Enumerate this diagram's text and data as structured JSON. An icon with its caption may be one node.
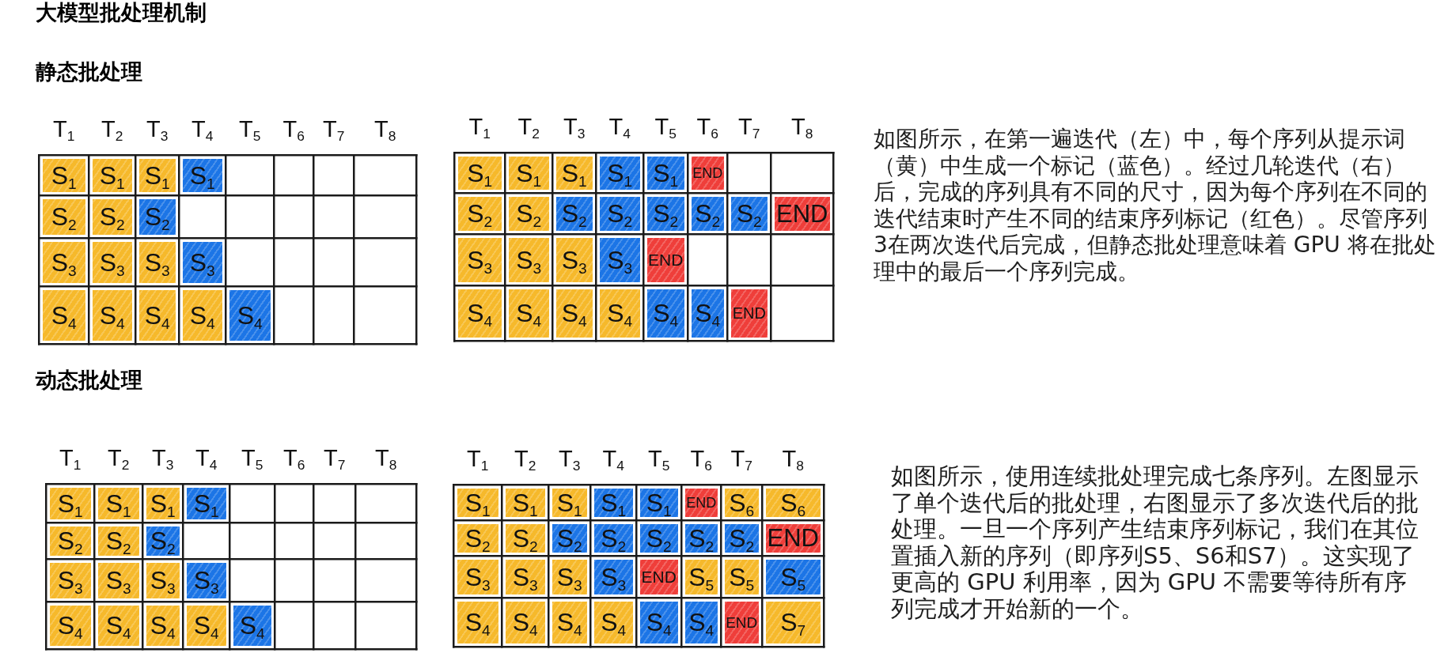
{
  "diagram": {
    "title": "大模型批处理机制",
    "nodes": [
      {
        "text": [],
        "shape": "grid",
        "beside": [
          "T$_{1}$",
          "T$_{2}$",
          "T$_{3}$",
          "T$_{4}$",
          "T$_{5}$",
          "T$_{6}$",
          "T$_{7}$",
          "T$_{8}$"
        ]
      },
      {
        "text": [
          "S$_{1}$"
        ],
        "in": 0
      },
      {
        "text": [
          "S$_{1}$"
        ],
        "in": 0
      },
      {
        "text": [
          "S$_{1}$"
        ],
        "in": 0
      },
      {
        "text": [
          "S$_{1}$"
        ],
        "in": 0
      },
      {
        "text": [
          "S$_{2}$"
        ],
        "in": 0
      },
      {
        "text": [
          "S$_{2}$"
        ],
        "in": 0
      },
      {
        "text": [
          "S$_{2}$"
        ],
        "in": 0
      },
      {
        "text": [
          "S$_{3}$"
        ],
        "in": 0
      },
      {
        "text": [
          "S$_{3}$"
        ],
        "in": 0
      },
      {
        "text": [
          "S$_{3}$"
        ],
        "in": 0
      },
      {
        "text": [
          "S$_{3}$"
        ],
        "in": 0
      },
      {
        "text": [
          "S$_{4}$"
        ],
        "in": 0
      },
      {
        "text": [
          "S$_{4}$"
        ],
        "in": 0
      },
      {
        "text": [
          "S$_{4}$"
        ],
        "in": 0
      },
      {
        "text": [
          "S$_{4}$"
        ],
        "in": 0
      },
      {
        "text": [
          "S$_{4}$"
        ],
        "in": 0
      },
      {
        "text": [],
        "shape": "grid",
        "beside": [
          "T$_{1}$",
          "T$_{2}$",
          "T$_{3}$",
          "T$_{4}$",
          "T$_{5}$",
          "T$_{6}$",
          "T$_{7}$",
          "T$_{8}$"
        ]
      },
      {
        "text": [
          "S$_{1}$"
        ],
        "in": 17
      },
      {
        "text": [
          "S$_{1}$"
        ],
        "in": 17
      },
      {
        "text": [
          "S$_{1}$"
        ],
        "in": 17
      },
      {
        "text": [
          "S$_{1}$"
        ],
        "in": 17
      },
      {
        "text": [
          "S$_{1}$"
        ],
        "in": 17
      },
      {
        "text": [
          "END"
        ],
        "in": 17
      },
      {
        "text": [
          "S$_{2}$"
        ],
        "in": 17
      },
      {
        "text": [
          "S$_{2}$"
        ],
        "in": 17
      },
      {
        "text": [
          "S$_{2}$"
        ],
        "in": 17
      },
      {
        "text": [
          "S$_{2}$"
        ],
        "in": 17
      },
      {
        "text": [
          "S$_{2}$"
        ],
        "in": 17
      },
      {
        "text": [
          "S$_{2}$"
        ],
        "in": 17
      },
      {
        "text": [
          "S$_{2}$"
        ],
        "in": 17
      },
      {
        "text": [
          "END"
        ],
        "in": 17
      },
      {
        "text": [
          "S$_{3}$"
        ],
        "in": 17
      },
      {
        "text": [
          "S$_{3}$"
        ],
        "in": 17
      },
      {
        "text": [
          "S$_{3}$"
        ],
        "in": 17
      },
      {
        "text": [
          "S$_{3}$"
        ],
        "in": 17
      },
      {
        "text": [
          "END"
        ],
        "in": 17
      },
      {
        "text": [
          "S$_{4}$"
        ],
        "in": 17
      },
      {
        "text": [
          "S$_{4}$"
        ],
        "in": 17
      },
      {
        "text": [
          "S$_{4}$"
        ],
        "in": 17
      },
      {
        "text": [
          "S$_{4}$"
        ],
        "in": 17
      },
      {
        "text": [
          "S$_{4}$"
        ],
        "in": 17
      },
      {
        "text": [
          "S$_{4}$"
        ],
        "in": 17
      },
      {
        "text": [
          "END"
        ],
        "in": 17
      },
      {
        "text": [],
        "shape": "grid",
        "beside": [
          "T$_{1}$",
          "T$_{2}$",
          "T$_{3}$",
          "T$_{4}$",
          "T$_{5}$",
          "T$_{6}$",
          "T$_{7}$",
          "T$_{8}$"
        ]
      },
      {
        "text": [
          "S$_{1}$"
        ],
        "in": 44
      },
      {
        "text": [
          "S$_{1}$"
        ],
        "in": 44
      },
      {
        "text": [
          "S$_{1}$"
        ],
        "in": 44
      },
      {
        "text": [
          "S$_{1}$"
        ],
        "in": 44
      },
      {
        "text": [
          "S$_{2}$"
        ],
        "in": 44
      },
      {
        "text": [
          "S$_{2}$"
        ],
        "in": 44
      },
      {
        "text": [
          "S$_{2}$"
        ],
        "in": 44
      },
      {
        "text": [
          "S$_{3}$"
        ],
        "in": 44
      },
      {
        "text": [
          "S$_{3}$"
        ],
        "in": 44
      },
      {
        "text": [
          "S$_{3}$"
        ],
        "in": 44
      },
      {
        "text": [
          "S$_{3}$"
        ],
        "in": 44
      },
      {
        "text": [
          "S$_{4}$"
        ],
        "in": 44
      },
      {
        "text": [
          "S$_{4}$"
        ],
        "in": 44
      },
      {
        "text": [
          "S$_{4}$"
        ],
        "in": 44
      },
      {
        "text": [
          "S$_{4}$"
        ],
        "in": 44
      },
      {
        "text": [
          "S$_{4}$"
        ],
        "in": 44
      },
      {
        "text": [],
        "shape": "grid",
        "beside": [
          "T$_{1}$",
          "T$_{2}$",
          "T$_{3}$",
          "T$_{4}$",
          "T$_{5}$",
          "T$_{6}$",
          "T$_{7}$",
          "T$_{8}$"
        ]
      },
      {
        "text": [
          "S$_{1}$"
        ],
        "in": 61
      },
      {
        "text": [
          "S$_{1}$"
        ],
        "in": 61
      },
      {
        "text": [
          "S$_{1}$"
        ],
        "in": 61
      },
      {
        "text": [
          "S$_{1}$"
        ],
        "in": 61
      },
      {
        "text": [
          "S$_{1}$"
        ],
        "in": 61
      },
      {
        "text": [
          "END"
        ],
        "in": 61
      },
      {
        "text": [
          "S$_{6}$"
        ],
        "in": 61
      },
      {
        "text": [
          "S$_{6}$"
        ],
        "in": 61
      },
      {
        "text": [
          "S$_{2}$"
        ],
        "in": 61
      },
      {
        "text": [
          "S$_{2}$"
        ],
        "in": 61
      },
      {
        "text": [
          "S$_{2}$"
        ],
        "in": 61
      },
      {
        "text": [
          "S$_{2}$"
        ],
        "in": 61
      },
      {
        "text": [
          "S$_{2}$"
        ],
        "in": 61
      },
      {
        "text": [
          "S$_{2}$"
        ],
        "in": 61
      },
      {
        "text": [
          "S$_{2}$"
        ],
        "in": 61
      },
      {
        "text": [
          "END"
        ],
        "in": 61
      },
      {
        "text": [
          "S$_{3}$"
        ],
        "in": 61
      },
      {
        "text": [
          "S$_{3}$"
        ],
        "in": 61
      },
      {
        "text": [
          "S$_{3}$"
        ],
        "in": 61
      },
      {
        "text": [
          "S$_{3}$"
        ],
        "in": 61
      },
      {
        "text": [
          "END"
        ],
        "in": 61
      },
      {
        "text": [
          "S$_{5}$"
        ],
        "in": 61
      },
      {
        "text": [
          "S$_{5}$"
        ],
        "in": 61
      },
      {
        "text": [
          "S$_{5}$"
        ],
        "in": 61
      },
      {
        "text": [
          "S$_{4}$"
        ],
        "in": 61
      },
      {
        "text": [
          "S$_{4}$"
        ],
        "in": 61
      },
      {
        "text": [
          "S$_{4}$"
        ],
        "in": 61
      },
      {
        "text": [
          "S$_{4}$"
        ],
        "in": 61
      },
      {
        "text": [
          "S$_{4}$"
        ],
        "in": 61
      },
      {
        "text": [
          "S$_{4}$"
        ],
        "in": 61
      },
      {
        "text": [
          "END"
        ],
        "in": 61
      },
      {
        "text": [
          "S$_{7}$"
        ],
        "in": 61
      }
    ],
    "labels": [
      "静态批处理",
      "如图所示，在第一遍迭代（左）中，每个序列从提示词（黄）中生成一个标记（蓝色）。经过几轮迭代（右）后，完成的序列具有不同的尺寸，因为每个序列在不同的迭代结束时产生不同的结束序列标记（红色）。尽管序列3在两次迭代后完成，但静态批处理意味着 GPU 将在批处理中的最后一个序列完成。",
      "动态批处理",
      "如图所示，使用连续批处理完成七条序列。左图显示了单个迭代后的批处理，右图显示了多次迭代后的批处理。一旦一个序列产生结束序列标记，我们在其位置插入新的序列（即序列S5、S6和S7）。这实现了更高的 GPU 利用率，因为 GPU 不需要等待所有序列完成才开始新的一个。"
    ]
  }
}
